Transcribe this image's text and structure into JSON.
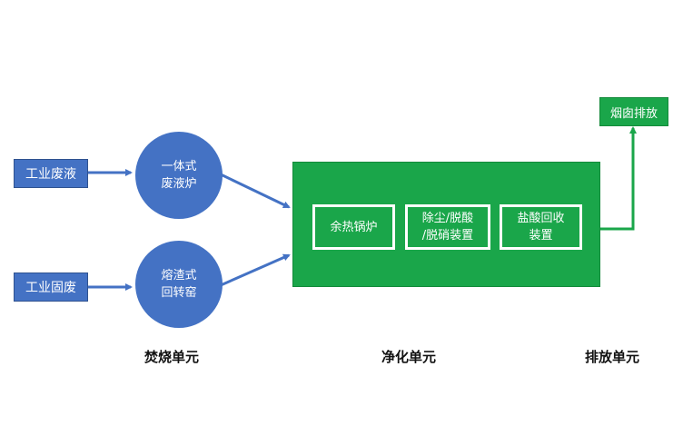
{
  "inputs": {
    "waste_liquid": "工业废液",
    "solid_waste": "工业固废"
  },
  "furnaces": {
    "integrated": {
      "line1": "一体式",
      "line2": "废液炉"
    },
    "rotary": {
      "line1": "熔渣式",
      "line2": "回转窑"
    }
  },
  "purification": {
    "boiler": "余热锅炉",
    "dust": {
      "line1": "除尘/脱酸",
      "line2": "/脱硝装置"
    },
    "hcl": {
      "line1": "盐酸回收",
      "line2": "装置"
    }
  },
  "stack": "烟囱排放",
  "units": {
    "incineration": "焚烧单元",
    "purification": "净化单元",
    "emission": "排放单元"
  },
  "colors": {
    "blue": "#4472c4",
    "green": "#1aa64a"
  }
}
